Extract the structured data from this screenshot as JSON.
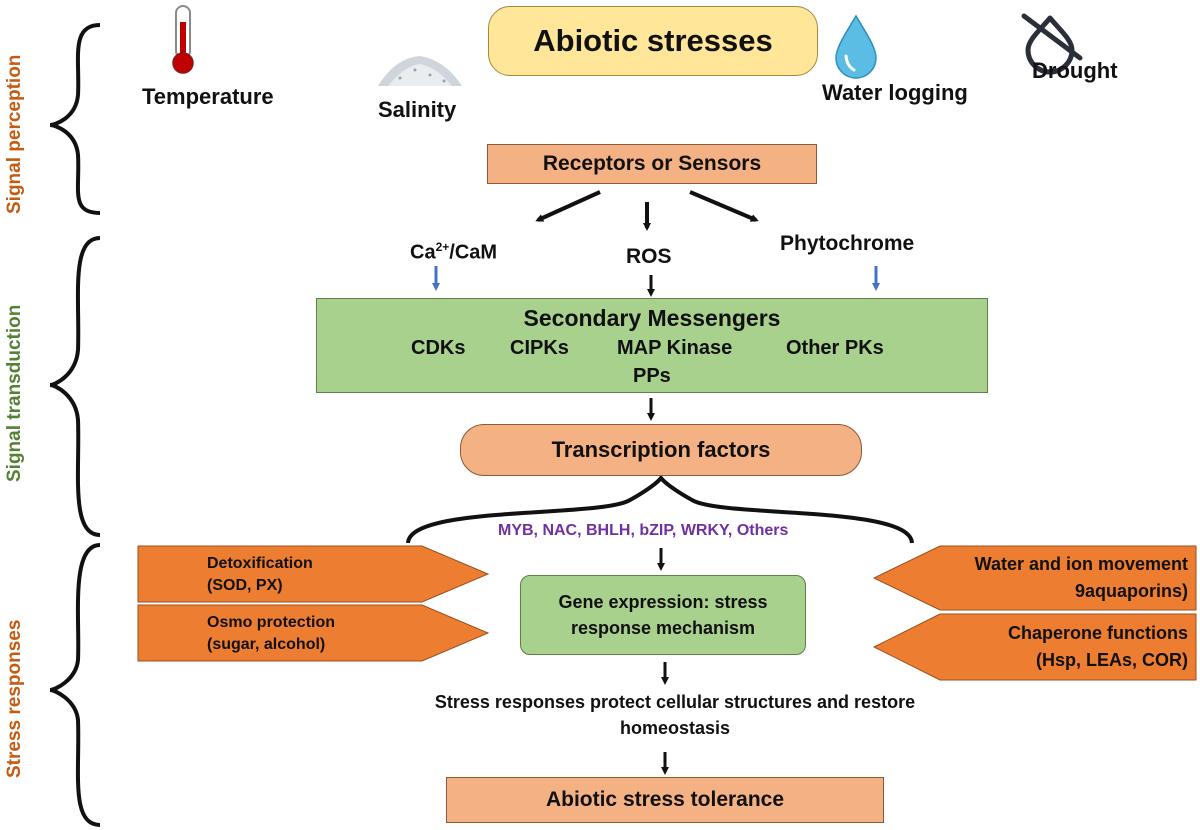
{
  "title": "Abiotic stresses",
  "phases": {
    "perception": "Signal perception",
    "transduction": "Signal transduction",
    "responses": "Stress responses"
  },
  "stresses": {
    "temperature": "Temperature",
    "salinity": "Salinity",
    "water_logging": "Water logging",
    "drought": "Drought"
  },
  "receptors": "Receptors or Sensors",
  "signals": {
    "ca_prefix": "Ca",
    "ca_sup": "2+",
    "ca_suffix": "/CaM",
    "ros": "ROS",
    "phytochrome": "Phytochrome"
  },
  "messengers": {
    "title": "Secondary Messengers",
    "items": [
      "CDKs",
      "CIPKs",
      "MAP Kinase",
      "Other PKs"
    ],
    "extra": "PPs"
  },
  "transcription": {
    "label": "Transcription factors",
    "families": "MYB, NAC, BHLH, bZIP, WRKY, Others"
  },
  "gene_expression": "Gene expression: stress response mechanism",
  "left_responses": [
    {
      "line1": "Detoxification",
      "line2": "(SOD, PX)"
    },
    {
      "line1": "Osmo protection",
      "line2": "(sugar, alcohol)"
    }
  ],
  "right_responses": [
    {
      "line1": "Water and ion movement",
      "line2": "9aquaporins)"
    },
    {
      "line1": "Chaperone functions",
      "line2": "(Hsp, LEAs, COR)"
    }
  ],
  "outcome": {
    "line1": "Stress responses protect cellular structures and restore",
    "line2": "homeostasis"
  },
  "tolerance": "Abiotic stress tolerance",
  "colors": {
    "title_box": "#ffe699",
    "peach": "#f4b183",
    "green": "#a9d18e",
    "orange_arrow": "#ed7d31",
    "blue_arrow": "#4472c4",
    "purple_text": "#7030a0",
    "perception_label": "#c55a11",
    "transduction_label": "#548235",
    "responses_label": "#c55a11"
  },
  "icons": [
    "thermometer-icon",
    "salt-pile-icon",
    "water-drop-icon",
    "drought-icon"
  ]
}
